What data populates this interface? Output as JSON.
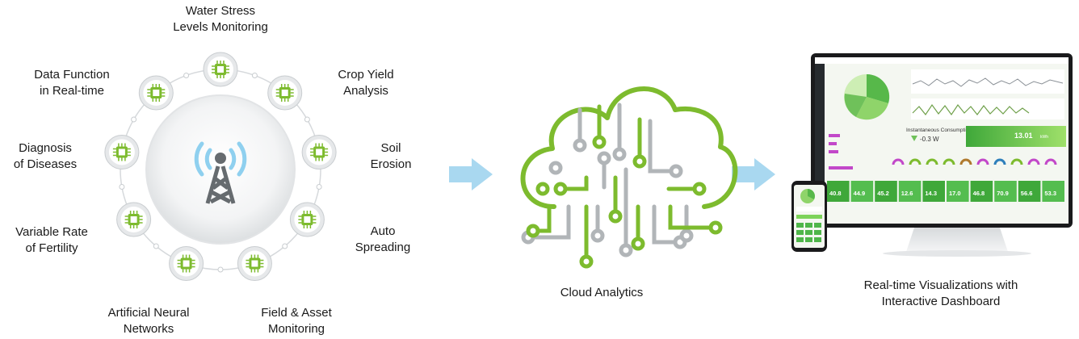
{
  "features": [
    {
      "id": "water",
      "lines": [
        "Water Stress",
        "Levels Monitoring"
      ]
    },
    {
      "id": "yield",
      "lines": [
        "Crop Yield",
        "Analysis"
      ]
    },
    {
      "id": "soil",
      "lines": [
        "Soil",
        "Erosion"
      ]
    },
    {
      "id": "spread",
      "lines": [
        "Auto",
        "Spreading"
      ]
    },
    {
      "id": "field",
      "lines": [
        "Field & Asset",
        "Monitoring"
      ]
    },
    {
      "id": "neural",
      "lines": [
        "Artificial Neural",
        "Networks"
      ]
    },
    {
      "id": "fertility",
      "lines": [
        "Variable Rate",
        "of Fertility"
      ]
    },
    {
      "id": "diseases",
      "lines": [
        "Diagnosis",
        "of Diseases"
      ]
    },
    {
      "id": "realtime",
      "lines": [
        "Data Function",
        "in Real-time"
      ]
    }
  ],
  "cloud": {
    "label": "Cloud Analytics"
  },
  "dashboard": {
    "caption_line1": "Real-time Visualizations with",
    "caption_line2": "Interactive Dashboard",
    "consumption_title": "Instantaneous Consumption",
    "consumption_value": "-0.3 W",
    "big_value": "13.01",
    "big_unit": "kWh",
    "tiles": [
      "40.8",
      "44.9",
      "45.2",
      "12.6",
      "14.3",
      "17.0",
      "46.8",
      "70.9",
      "56.6",
      "53.3"
    ]
  },
  "colors": {
    "green": "#7dbb2e",
    "gray": "#b1b5b8",
    "arrow": "#a9d8f0",
    "tower": "#666b6f",
    "wave": "#8fd0ef"
  }
}
